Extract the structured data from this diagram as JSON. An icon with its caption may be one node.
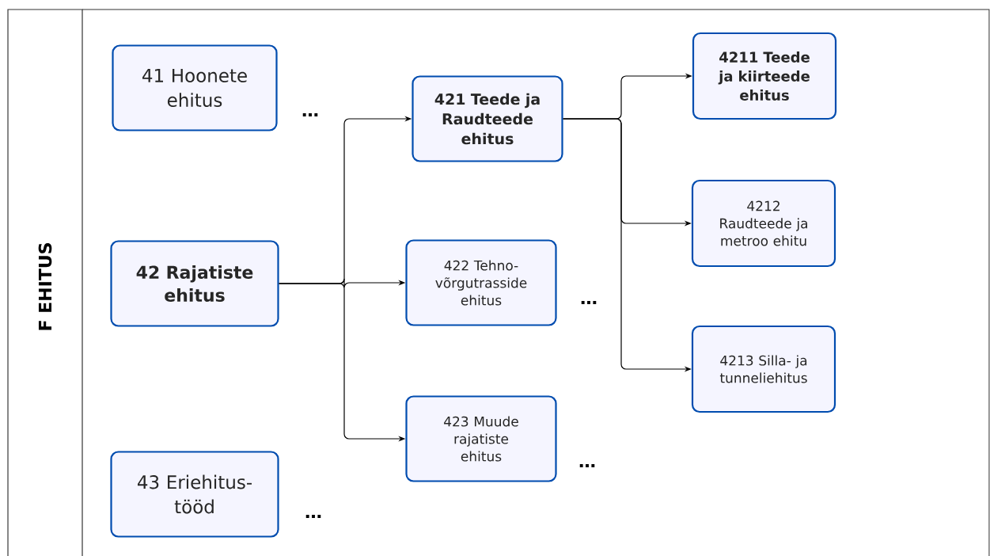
{
  "diagram": {
    "nodes": [
      {
        "text": [
          "F EHITUS"
        ]
      },
      {
        "text": [
          "41 Hoonete ehitus"
        ]
      },
      {
        "text": [
          "42 Rajatiste ehitus"
        ]
      },
      {
        "text": [
          "43 Eriehitus-tööd"
        ]
      },
      {
        "text": [
          "421 Teede ja Raudteede ehitus"
        ]
      },
      {
        "text": [
          "422 Tehno-võrgutrasside ehitus"
        ]
      },
      {
        "text": [
          "423 Muude rajatiste ehitus"
        ]
      },
      {
        "text": [
          "4211 Teede ja kiirteede ehitus"
        ]
      },
      {
        "text": [
          "4212 Raudteede ja metroo ehitu"
        ]
      },
      {
        "text": [
          "4213 Silla- ja tunneliehitus"
        ]
      }
    ],
    "edges": [
      {
        "from": 2,
        "to": 4,
        "arrow": "to"
      },
      {
        "from": 2,
        "to": 5,
        "arrow": "to"
      },
      {
        "from": 2,
        "to": 6,
        "arrow": "to"
      },
      {
        "from": 4,
        "to": 7,
        "arrow": "to"
      },
      {
        "from": 4,
        "to": 8,
        "arrow": "to"
      },
      {
        "from": 4,
        "to": 9,
        "arrow": "to"
      }
    ],
    "labels": [
      "…",
      "…",
      "…",
      "…"
    ]
  }
}
